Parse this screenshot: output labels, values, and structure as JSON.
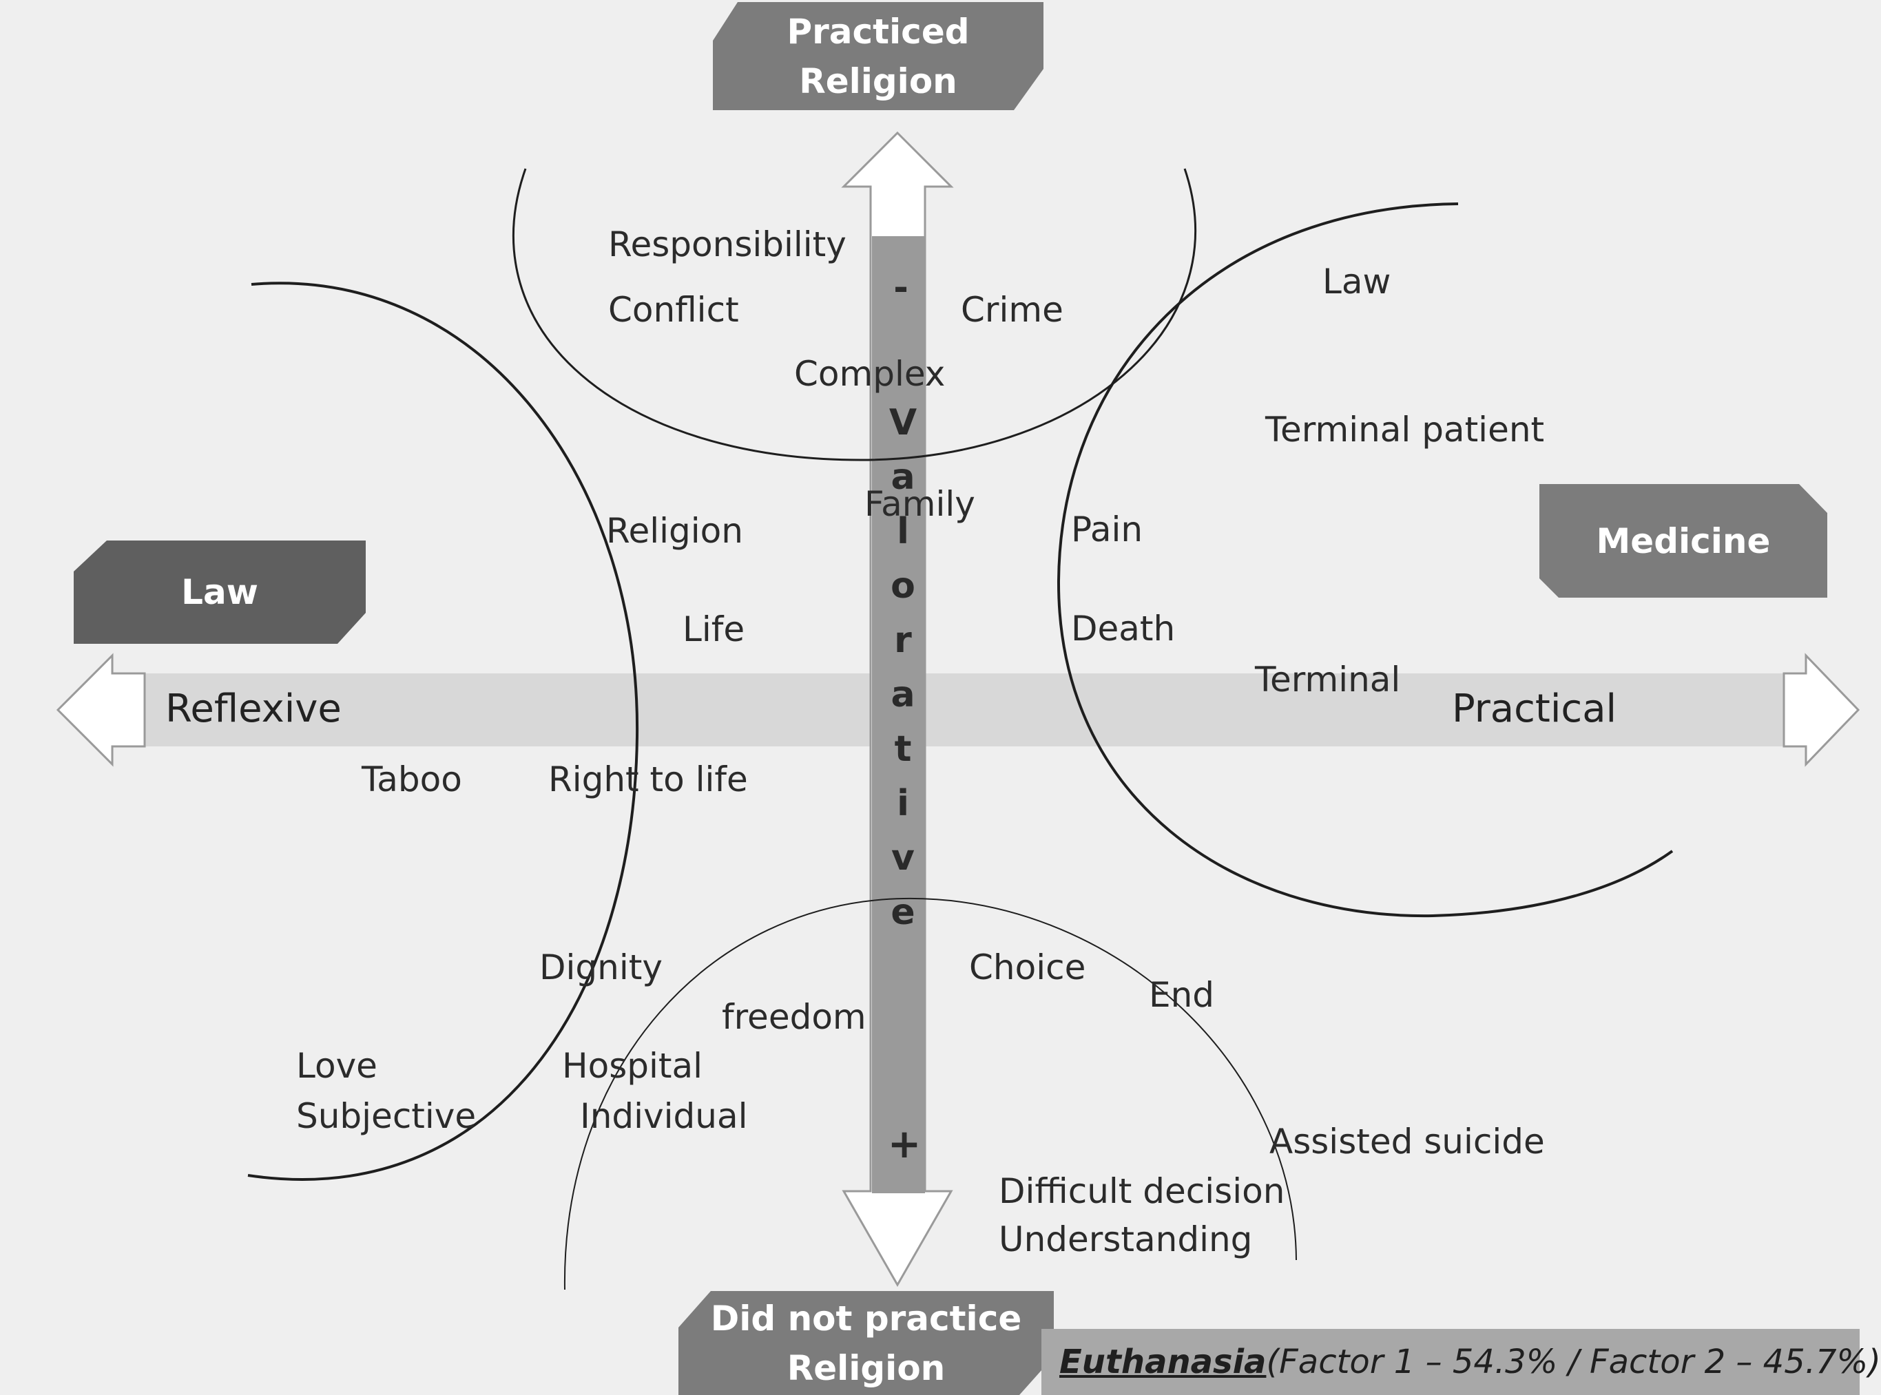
{
  "headers": {
    "top": {
      "line1": "Practiced",
      "line2": "Religion"
    },
    "bottom": {
      "line1": "Did not practice",
      "line2": "Religion"
    },
    "left": "Law",
    "right": "Medicine"
  },
  "axes": {
    "horizontal_left": "Reflexive",
    "horizontal_right": "Practical",
    "vertical_title": "Valorative",
    "vertical_top_sign": "-",
    "vertical_bottom_sign": "+"
  },
  "terms": {
    "responsibility": "Responsibility",
    "conflict": "Conflict",
    "crime": "Crime",
    "complex": "Complex",
    "law": "Law",
    "terminal_patient": "Terminal patient",
    "religion": "Religion",
    "family": "Family",
    "pain": "Pain",
    "life": "Life",
    "death": "Death",
    "terminal": "Terminal",
    "taboo": "Taboo",
    "right_to_life": "Right to life",
    "dignity": "Dignity",
    "choice": "Choice",
    "end": "End",
    "freedom": "freedom",
    "love": "Love",
    "hospital": "Hospital",
    "subjective": "Subjective",
    "individual": "Individual",
    "assisted_suicide": "Assisted suicide",
    "difficult_decision": "Difficult decision",
    "understanding": "Understanding"
  },
  "caption": {
    "title": "Euthanasia",
    "factors": "(Factor 1 – 54.3% / Factor 2 – 45.7%)"
  },
  "colors": {
    "background": "#efefef",
    "box_dark": "#5f5f5f",
    "box_mid": "#7c7c7c",
    "axis_band": "#d8d8d8",
    "vertical_bar": "#9a9a9a",
    "caption_band": "#a8a8a8"
  }
}
